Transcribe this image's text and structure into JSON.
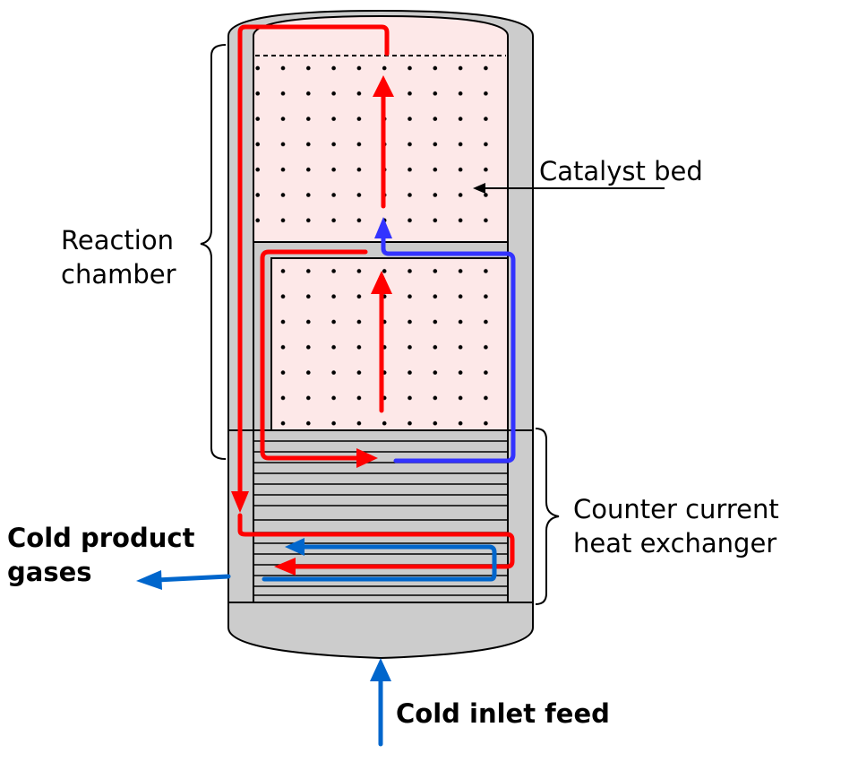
{
  "labels": {
    "catalyst_bed": "Catalyst bed",
    "reaction_chamber_line1": "Reaction",
    "reaction_chamber_line2": "chamber",
    "heat_exchanger_line1": "Counter current",
    "heat_exchanger_line2": "heat exchanger",
    "cold_product_line1": "Cold product",
    "cold_product_line2": "gases",
    "cold_inlet": "Cold inlet feed"
  },
  "colors": {
    "vessel_shell": "#cccccc",
    "catalyst_fill": "#fde8e8",
    "outline": "#000000",
    "hot_flow": "#ff0000",
    "preheated_flow": "#3333ff",
    "cold_flow": "#0066cc"
  }
}
